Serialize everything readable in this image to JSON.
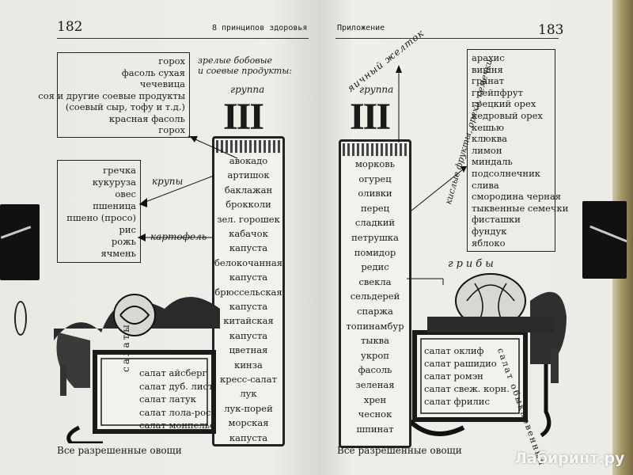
{
  "left_page": {
    "page_number": "182",
    "running_head": "8 принципов здоровья",
    "legumes_items": [
      "горох",
      "фасоль сухая",
      "чечевица",
      "соя и другие соевые продукты",
      "(соевый сыр, тофу и т.д.)",
      "красная фасоль",
      "горох"
    ],
    "legumes_label": [
      "зрелые бобовые",
      "и соевые продукты:"
    ],
    "grains_items": [
      "гречка",
      "кукуруза",
      "овес",
      "пшеница",
      "пшено (просо)",
      "рис",
      "рожь",
      "ячмень"
    ],
    "grains_label": "крупы",
    "potato_label": "картофель",
    "group_label": "группа",
    "group_roman": "III",
    "column_items": [
      "авокадо",
      "артишок",
      "баклажан",
      "брокколи",
      "зел. горошек",
      "кабачок",
      "капуста",
      "белокочанная",
      "капуста",
      "брюссельская",
      "капуста",
      "китайская",
      "капуста",
      "цветная",
      "кинза",
      "кресс-салат",
      "лук",
      "лук-порей",
      "морская",
      "капуста"
    ],
    "salads_label": "салаты",
    "salads_items": [
      "салат айсберг",
      "салат дуб. лист",
      "салат латук",
      "салат лола-роса",
      "салат монпелье"
    ],
    "footer": "Все разрешенные овощи"
  },
  "right_page": {
    "page_number": "183",
    "running_head": "Приложение",
    "yolk_label": "яичный желток",
    "group_label": "группа",
    "group_roman": "III",
    "sour_label": "кислые фрукты, орехи, семечки",
    "fruits_items": [
      "арахис",
      "вишня",
      "гранат",
      "грейпфрут",
      "грецкий орех",
      "кедровый орех",
      "кешью",
      "клюква",
      "лимон",
      "миндаль",
      "подсолнечник",
      "слива",
      "смородина черная",
      "тыквенные семечки",
      "фисташки",
      "фундук",
      "яблоко"
    ],
    "column_items": [
      "морковь",
      "огурец",
      "оливки",
      "перец",
      "сладкий",
      "петрушка",
      "помидор",
      "редис",
      "свекла",
      "сельдерей",
      "спаржа",
      "топинамбур",
      "тыква",
      "укроп",
      "фасоль",
      "зеленая",
      "хрен",
      "чеснок",
      "шпинат"
    ],
    "mushrooms_label": "грибы",
    "lettuce_label": "салат обыкновенный",
    "lettuce_items": [
      "салат оклиф",
      "салат рашидио",
      "салат ромэн",
      "салат свеж. корн.",
      "салат фрилис"
    ],
    "footer": "Все разрешенные овощи"
  },
  "watermark": "Лабиринт.ру",
  "colors": {
    "paper": "#ecebe6",
    "ink": "#1a1a1a",
    "clip": "#111111",
    "background": "#4a4a4a"
  }
}
